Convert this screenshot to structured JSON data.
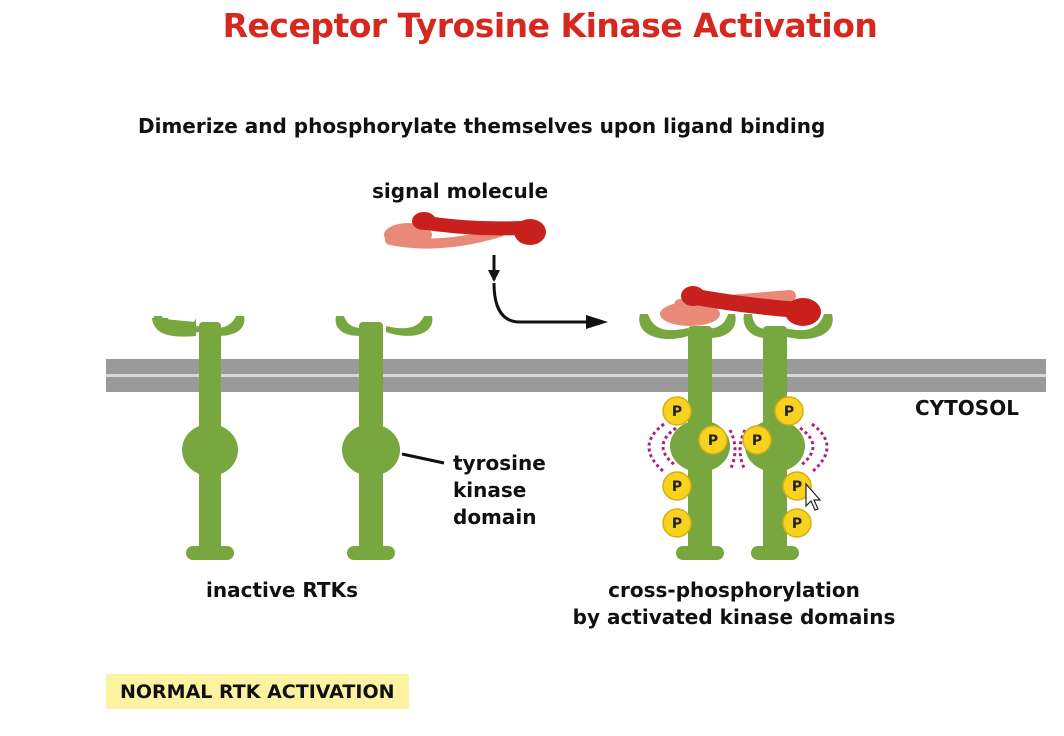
{
  "title": "Receptor Tyrosine Kinase Activation",
  "subtitle": "Dimerize and phosphorylate themselves upon ligand binding",
  "labels": {
    "signal_molecule": "signal molecule",
    "cytosol": "CYTOSOL",
    "tyrosine_kinase_domain": [
      "tyrosine",
      "kinase",
      "domain"
    ],
    "inactive_rtks": "inactive RTKs",
    "cross_phosphorylation": [
      "cross-phosphorylation",
      "by activated kinase domains"
    ]
  },
  "badge": "NORMAL RTK ACTIVATION",
  "phosphate_label": "P",
  "colors": {
    "title": "#d7281f",
    "receptor": "#78a63f",
    "receptor_dark": "#5e8a2c",
    "membrane": "#9a9a9a",
    "signal": "#c8201c",
    "signal_light": "#e98a78",
    "phosphate": "#f7d21f",
    "badge_bg": "#fbf3a1",
    "activity_marks": "#b0207a"
  },
  "icons": [
    "arrow-icon",
    "cursor-icon"
  ]
}
